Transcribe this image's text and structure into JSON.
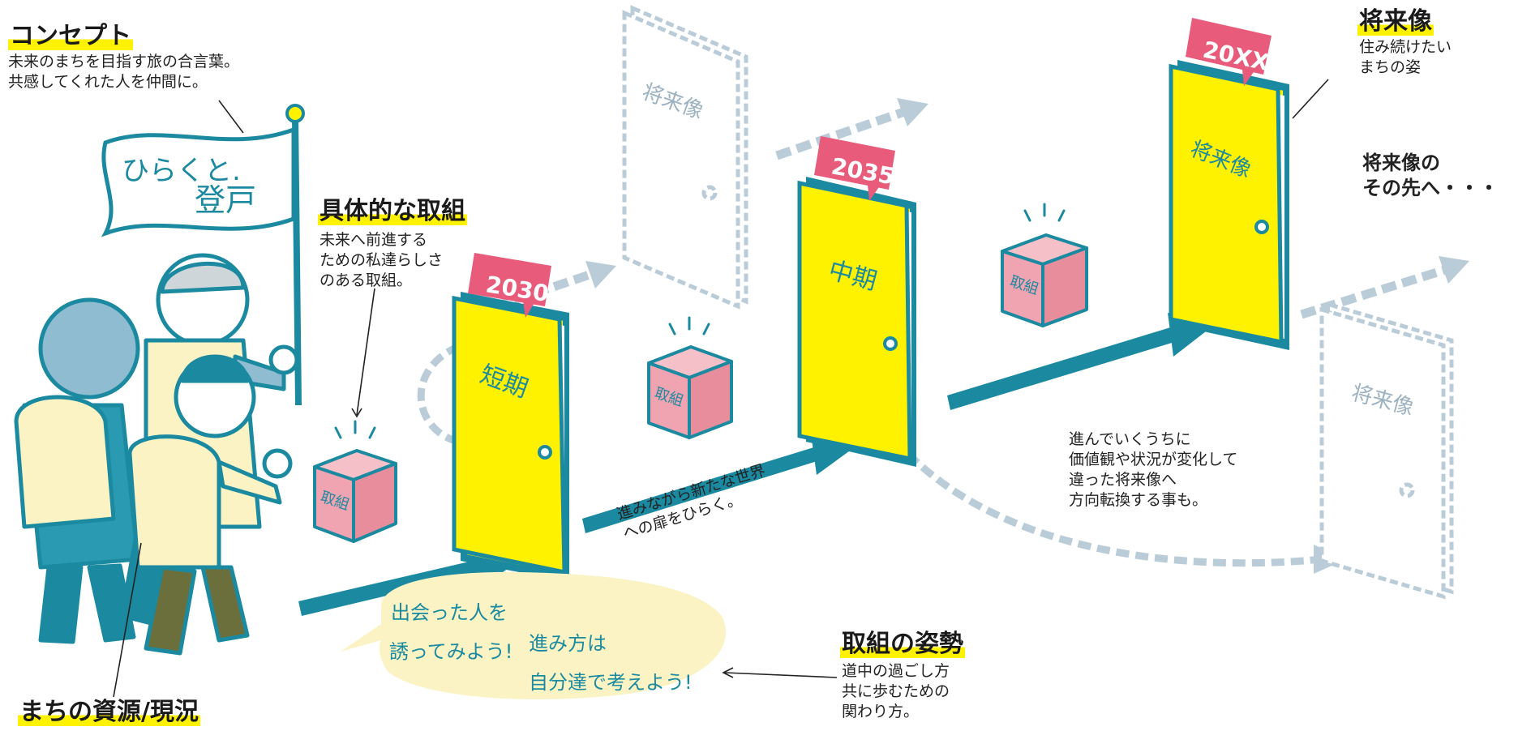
{
  "concept": {
    "heading": "コンセプト",
    "line1": "未来のまちを目指す旅の合言葉。",
    "line2": "共感してくれた人を仲間に。"
  },
  "flag": {
    "line1": "ひらくと.",
    "line2": "登戸"
  },
  "actions": {
    "heading": "具体的な取組",
    "line1": "未来へ前進する",
    "line2": "ための私達らしさ",
    "line3": "のある取組。"
  },
  "resources": {
    "heading": "まちの資源/現況"
  },
  "vision": {
    "heading": "将来像",
    "line1": "住み続けたい",
    "line2": "まちの姿"
  },
  "beyond": {
    "line1": "将来像の",
    "line2": "その先へ・・・"
  },
  "stance": {
    "heading": "取組の姿勢",
    "line1": "道中の過ごし方",
    "line2": "共に歩むための",
    "line3": "関わり方。"
  },
  "midtext": {
    "line1": "進みながら新たな世界",
    "line2": "への扉をひらく。"
  },
  "change": {
    "line1": "進んでいくうちに",
    "line2": "価値観や状況が変化して",
    "line3": "違った将来像へ",
    "line4": "方向転換する事も。"
  },
  "bubble": {
    "line1": "出会った人を",
    "line2": "誘ってみよう!",
    "line3": "進み方は",
    "line4": "自分達で考えよう!"
  },
  "doors": [
    {
      "year": "2030",
      "label": "短期"
    },
    {
      "year": "2035",
      "label": "中期"
    },
    {
      "year": "20XX",
      "label": "将来像"
    }
  ],
  "ghost_doors": [
    {
      "label": "将来像"
    },
    {
      "label": "将来像"
    }
  ],
  "box_label": "取組",
  "colors": {
    "yellow": "#fff200",
    "teal": "#1b8aa0",
    "pink": "#e95b7b",
    "box": "#f0a3b0",
    "cream": "#fbf3c4",
    "dashed": "#b9ccd8"
  }
}
